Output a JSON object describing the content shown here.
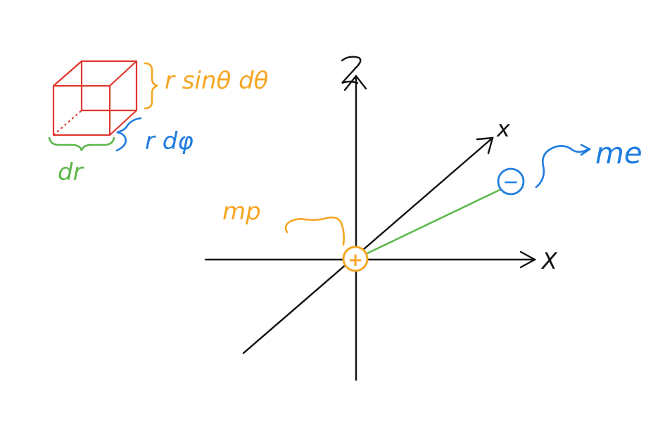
{
  "colors": {
    "axis": "#111111",
    "cube": "#e0372c",
    "orange": "#f5a623",
    "blue": "#1f7de0",
    "green": "#5cb84a"
  },
  "axes": {
    "z_label": "Z",
    "x_label": "x",
    "x2_label": "X"
  },
  "particles": {
    "proton_label": "mp",
    "proton_symbol": "+",
    "electron_label": "me",
    "electron_symbol": "−"
  },
  "volume_element": {
    "height_label": "r sinθ dθ",
    "depth_label": "r dφ",
    "width_label": "dr"
  }
}
